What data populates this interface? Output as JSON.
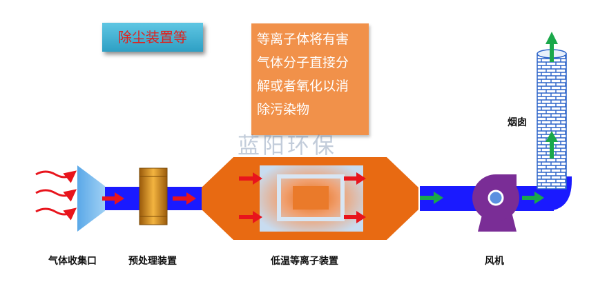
{
  "title": "除尘装置等",
  "description_lines": [
    "等离子体将有害",
    "气体分子直接分",
    "解或者氧化以消",
    "除污染物"
  ],
  "watermark": "蓝阳环保",
  "labels": {
    "gas_collector": "气体收集口",
    "pretreatment": "预处理装置",
    "plasma_device": "低温等离子装置",
    "fan": "风机",
    "chimney": "烟囱"
  },
  "colors": {
    "pipe": "#1a1aff",
    "arrow_red": "#e8141c",
    "arrow_green": "#1aa84a",
    "plasma_body": "#e86a12",
    "fan_body": "#7a2d96"
  }
}
